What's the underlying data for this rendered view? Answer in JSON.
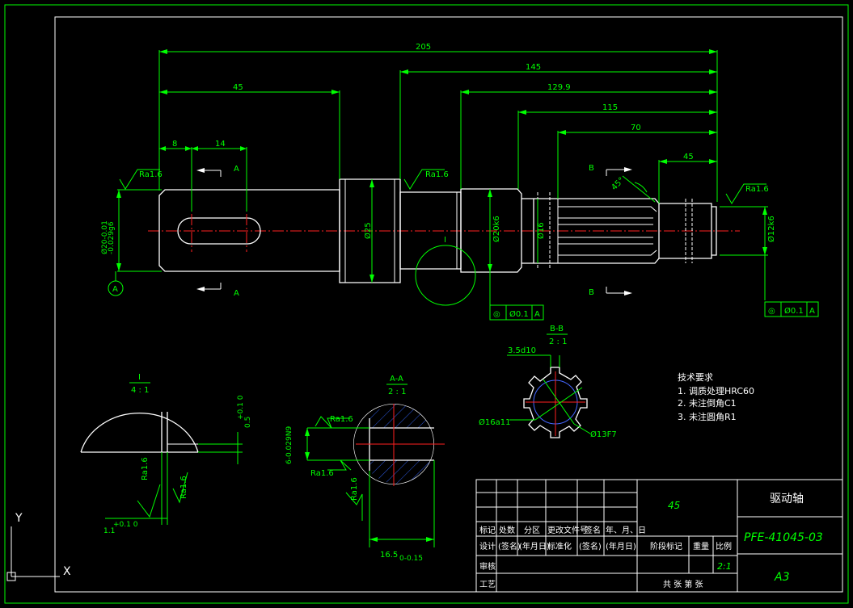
{
  "dims": {
    "overall": "205",
    "d145": "145",
    "d1299": "129.9",
    "d115": "115",
    "d70": "70",
    "d45_left": "45",
    "d45_right": "45",
    "d8": "8",
    "d14": "14"
  },
  "roughness": {
    "ra": "Ra1.6"
  },
  "diameters": {
    "d20_tol": "Ø20-0.01",
    "d20_tol2": "-0.029g6",
    "d25": "Ø25",
    "d20k6": "Ø20k6",
    "d16": "Ø16",
    "d12k6": "Ø12k6"
  },
  "sections": {
    "a": "A",
    "b": "B",
    "i_label": "I",
    "bb_title": "B-B",
    "bb_scale": "2 : 1",
    "aa_title": "A-A",
    "aa_scale": "2 : 1",
    "i_title": "I",
    "i_scale": "4 : 1",
    "angle": "45°"
  },
  "tolerance": {
    "circ": "◎",
    "val": "Ø0.1",
    "datum": "A"
  },
  "details": {
    "d35": "3.5d10",
    "d16a11": "Ø16a11",
    "d13f7": "Ø13F7",
    "key_w": "6-0.029N9",
    "key_w_top": "0",
    "depth": "16.5",
    "depth_tol": "0-0.15",
    "i_w": "1.1",
    "i_w_tol": "+0.1 0",
    "i_h": "0.5",
    "i_h_tol": "+0.1 0"
  },
  "requirements": {
    "title": "技术要求",
    "items": [
      "1. 调质处理HRC60",
      "2. 未注倒角C1",
      "3. 未注圆角R1"
    ]
  },
  "titleblock": {
    "material": "45",
    "part_name": "驱动轴",
    "drawing_no": "PFE-41045-03",
    "size": "A3",
    "scale": "2:1",
    "row1": [
      "标记",
      "处数",
      "分区",
      "更改文件号",
      "签名",
      "年、月、日"
    ],
    "row2": [
      "设计",
      "(签名)",
      "(年月日)",
      "标准化",
      "(签名)",
      "(年月日)"
    ],
    "stage": "阶段标记",
    "weight": "重量",
    "ratio": "比例",
    "review": "审核",
    "craft": "工艺",
    "sheets": "共    张  第    张"
  },
  "ucs": {
    "y": "Y",
    "x": "X"
  }
}
